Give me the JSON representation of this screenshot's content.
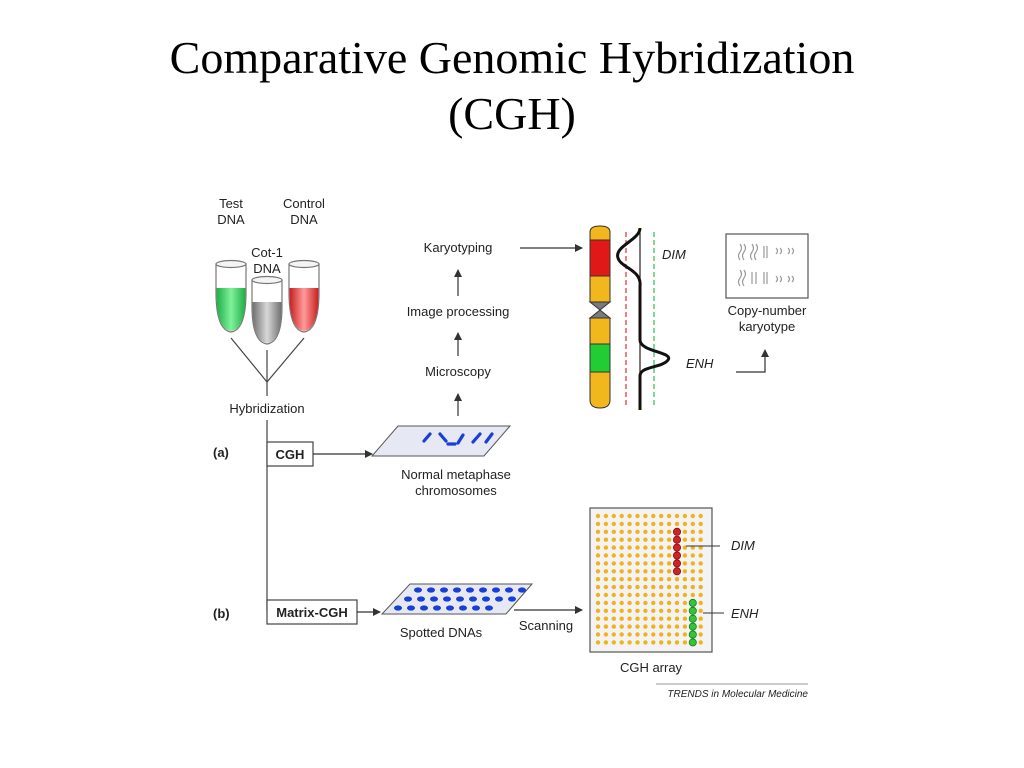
{
  "slide": {
    "title_line1": "Comparative Genomic Hybridization",
    "title_line2": "(CGH)"
  },
  "figure": {
    "tubes": {
      "test_line1": "Test",
      "test_line2": "DNA",
      "cot_line1": "Cot-1",
      "cot_line2": "DNA",
      "control_line1": "Control",
      "control_line2": "DNA"
    },
    "hybridization": "Hybridization",
    "panel_a": "(a)",
    "panel_b": "(b)",
    "cgh_box": "CGH",
    "matrix_box": "Matrix-CGH",
    "normal_metaphase_line1": "Normal metaphase",
    "normal_metaphase_line2": "chromosomes",
    "microscopy": "Microscopy",
    "image_processing": "Image processing",
    "karyotyping": "Karyotyping",
    "dim": "DIM",
    "enh": "ENH",
    "copy_number_line1": "Copy-number",
    "copy_number_line2": "karyotype",
    "spotted_dnas": "Spotted DNAs",
    "scanning": "Scanning",
    "cgh_array": "CGH array",
    "array_dim": "DIM",
    "array_enh": "ENH",
    "credit": "TRENDS in Molecular Medicine"
  },
  "colors": {
    "test_dna": "#2ecc5a",
    "cot_dna": "#8c8c8c",
    "control_dna": "#e23a3a",
    "chromosome_red": "#e01818",
    "chromosome_orange": "#f2b71c",
    "chromosome_green": "#22cc33",
    "chromosome_gray": "#7a7a7a",
    "probe_blue": "#1a3fd6",
    "array_dot": "#f1b21a",
    "array_dim_dot": "#d22222",
    "array_enh_dot": "#33c633"
  }
}
